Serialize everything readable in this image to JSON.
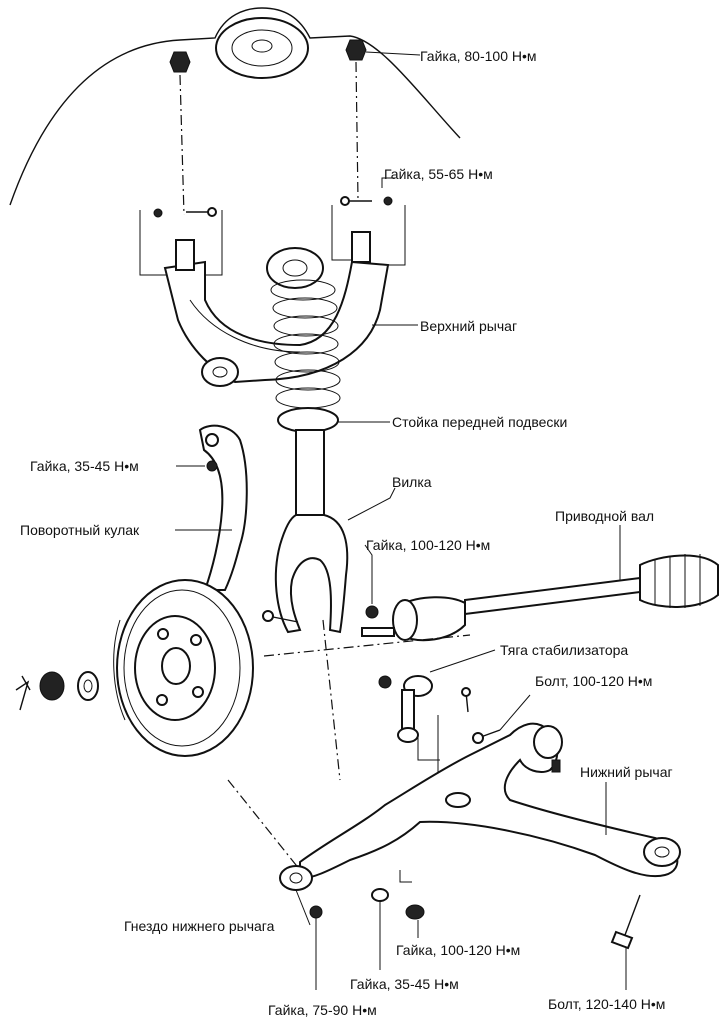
{
  "labels": {
    "nut_80_100": "Гайка, 80-100 Н•м",
    "nut_55_65": "Гайка, 55-65 Н•м",
    "upper_arm": "Верхний рычаг",
    "front_strut": "Стойка передней подвески",
    "nut_35_45_top": "Гайка, 35-45 Н•м",
    "fork": "Вилка",
    "steering_knuckle": "Поворотный кулак",
    "drive_shaft": "Приводной вал",
    "nut_100_120_fork": "Гайка, 100-120 Н•м",
    "stabilizer_link": "Тяга стабилизатора",
    "bolt_100_120": "Болт, 100-120 Н•м",
    "lower_arm": "Нижний рычаг",
    "lower_arm_socket": "Гнездо нижнего рычага",
    "nut_100_120_bottom": "Гайка, 100-120 Н•м",
    "nut_35_45_bottom": "Гайка, 35-45 Н•м",
    "nut_75_90": "Гайка, 75-90 Н•м",
    "bolt_120_140": "Болт, 120-140 Н•м"
  }
}
